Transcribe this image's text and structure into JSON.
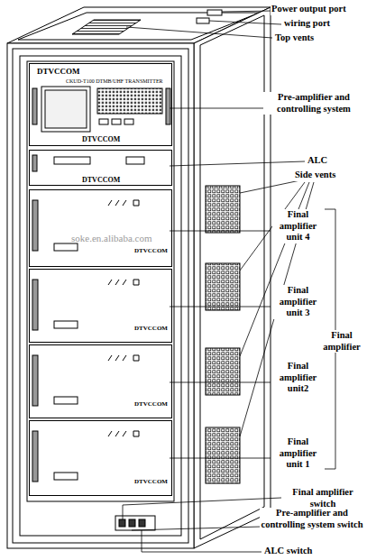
{
  "diagram": {
    "nodes": [
      {
        "text": [
          "DTVCCOM",
          "CKUD-T100 DTMB/UHF TRANSMITTER",
          "DTVCCOM"
        ]
      },
      {
        "text": [
          "DTVCCOM"
        ]
      },
      {
        "text": [
          "DTVCCOM"
        ]
      },
      {
        "text": [
          "DTVCCOM"
        ]
      },
      {
        "text": [
          "DTVCCOM"
        ]
      },
      {
        "text": [
          "DTVCCOM"
        ]
      }
    ],
    "labels": [
      "Power output port",
      "wiring port",
      "Top vents",
      "Pre-amplifier and controlling system",
      "ALC",
      "Side vents",
      "Final amplifier unit 4",
      "Final amplifier unit 3",
      "Final amplifier",
      "Final amplifier unit2",
      "Final amplifier unit 1",
      "Final amplifier switch",
      "Pre-amplifier and controlling system switch",
      "ALC switch",
      "soke.en.alibaba.com"
    ]
  }
}
